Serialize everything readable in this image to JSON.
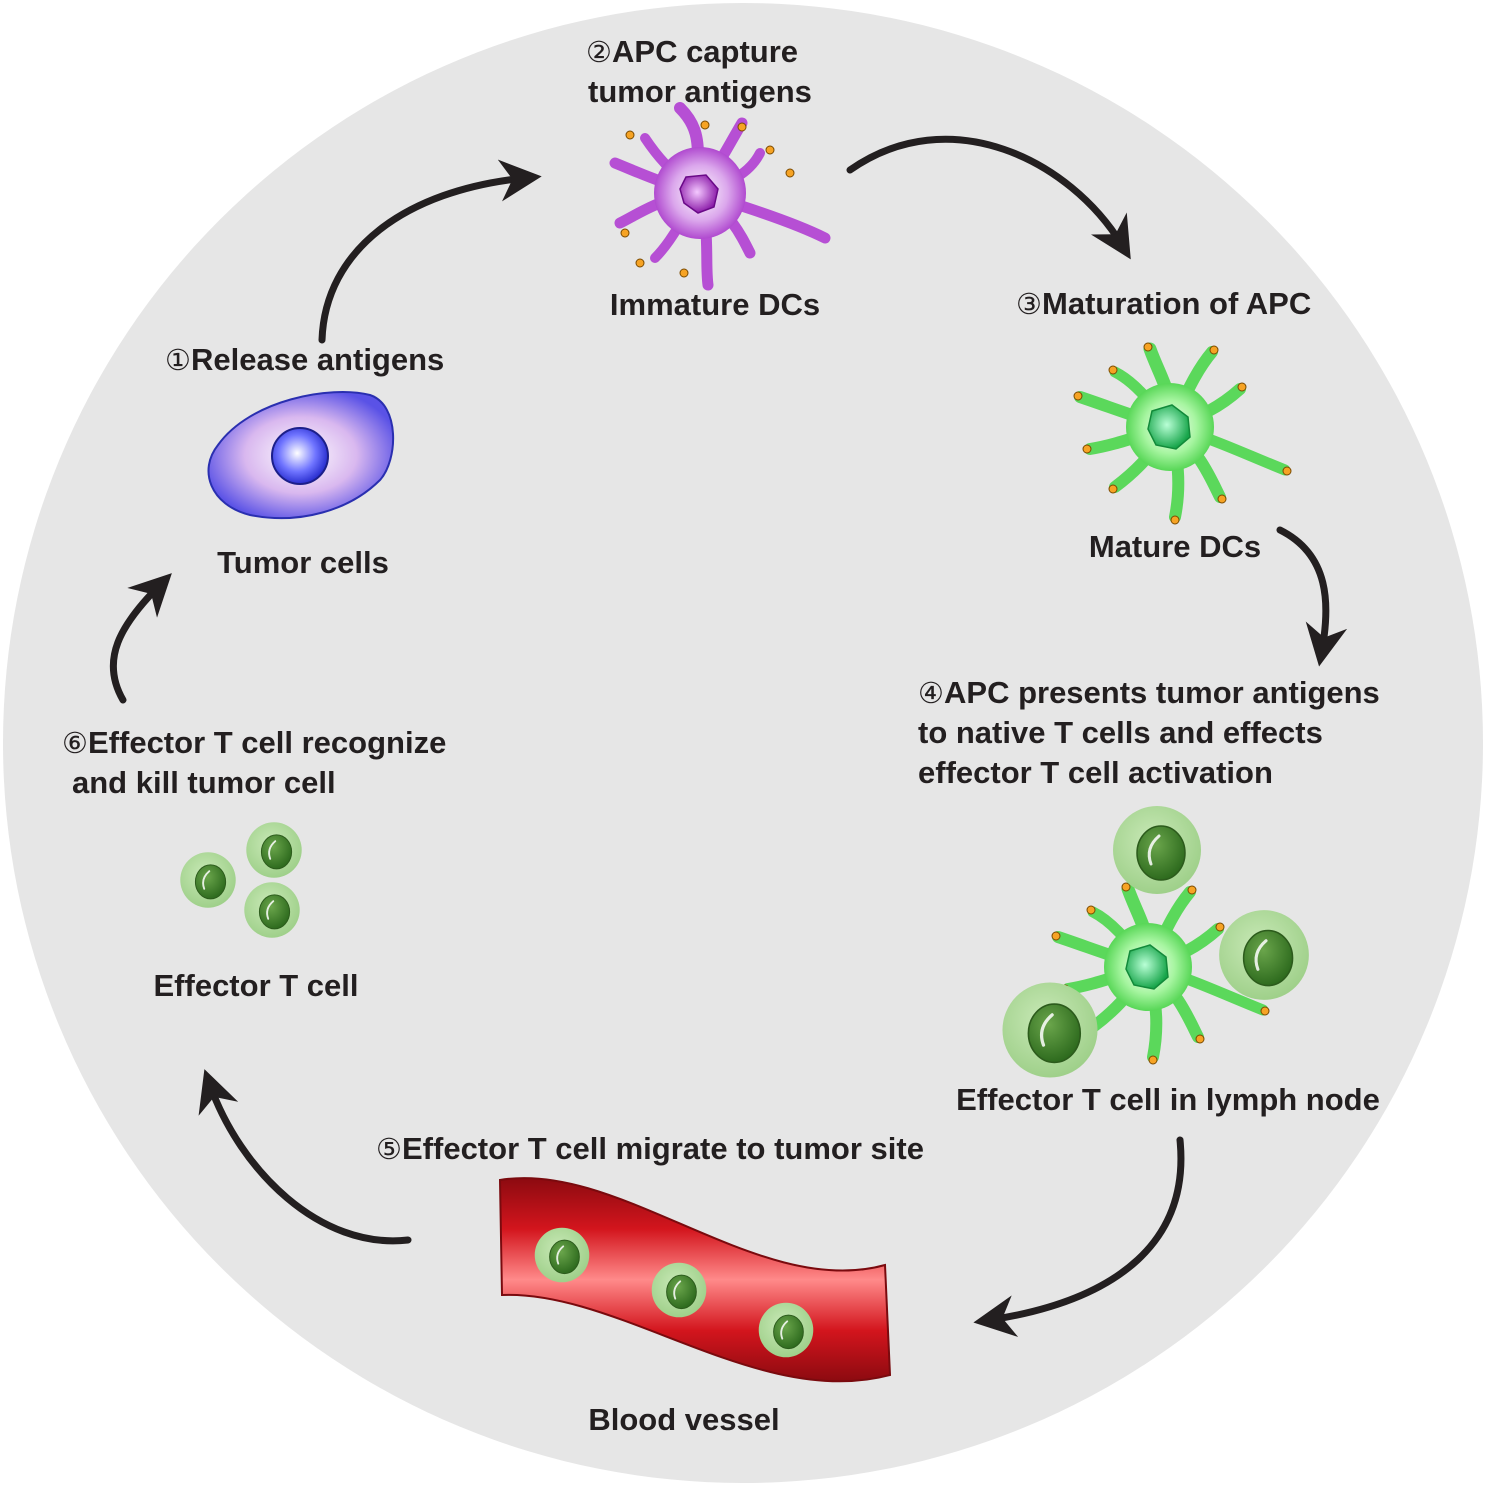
{
  "colors": {
    "background_circle": "#e6e6e6",
    "arrow": "#231f20",
    "tumor_cell": "#8e7cf0",
    "immature_dc": "#c86fdc",
    "mature_dc": "#7de27d",
    "t_cell": "#a7d892",
    "t_cell_nucleus": "#3f7a2a",
    "blood_vessel": "#c4121a",
    "antigen": "#f5a21b"
  },
  "icons": [
    "tumor-cell-icon",
    "immature-dendritic-cell-icon",
    "mature-dendritic-cell-icon",
    "effector-t-cell-icon",
    "lymph-node-cluster-icon",
    "blood-vessel-icon",
    "cycle-arrow-icon"
  ],
  "steps": {
    "step1": {
      "marker": "①",
      "title": "Release antigens"
    },
    "step2": {
      "marker": "②",
      "title_line1": "APC capture",
      "title_line2": "tumor antigens"
    },
    "step3": {
      "marker": "③",
      "title": "Maturation of APC"
    },
    "step4": {
      "marker": "④",
      "title_line1": "APC presents tumor antigens",
      "title_line2": "to native T cells and effects",
      "title_line3": "effector T cell activation"
    },
    "step5": {
      "marker": "⑤",
      "title": "Effector T cell migrate to tumor site"
    },
    "step6": {
      "marker": "⑥",
      "title_line1": "Effector T cell recognize",
      "title_line2": "and kill tumor cell"
    }
  },
  "cells": {
    "tumor": "Tumor cells",
    "immature_dc": "Immature DCs",
    "mature_dc": "Mature DCs",
    "lymph_node": "Effector T cell in lymph node",
    "blood_vessel": "Blood vessel",
    "effector_t": "Effector T cell"
  }
}
